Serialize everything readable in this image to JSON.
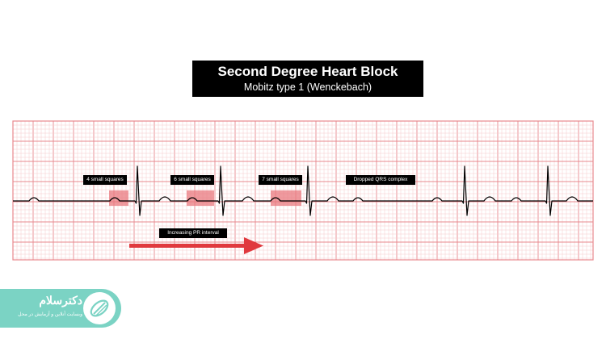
{
  "title": "Second Degree Heart Block",
  "subtitle": "Mobitz type 1 (Wenckebach)",
  "annotations": {
    "pr1": "4 small squares",
    "pr2": "6 small squares",
    "pr3": "7 small squares",
    "dropped": "Dropped QRS complex",
    "increasing": "Increasing PR interval"
  },
  "colors": {
    "grid_minor": "#f6c9cc",
    "grid_major": "#e8888e",
    "trace": "#000000",
    "highlight": "#e8787e",
    "arrow": "#e0393e",
    "logo": "#7bd3c4"
  },
  "logo": {
    "name": "دکترسلام",
    "tagline": "وبسایت آنلاین و آزمایش در محل"
  }
}
